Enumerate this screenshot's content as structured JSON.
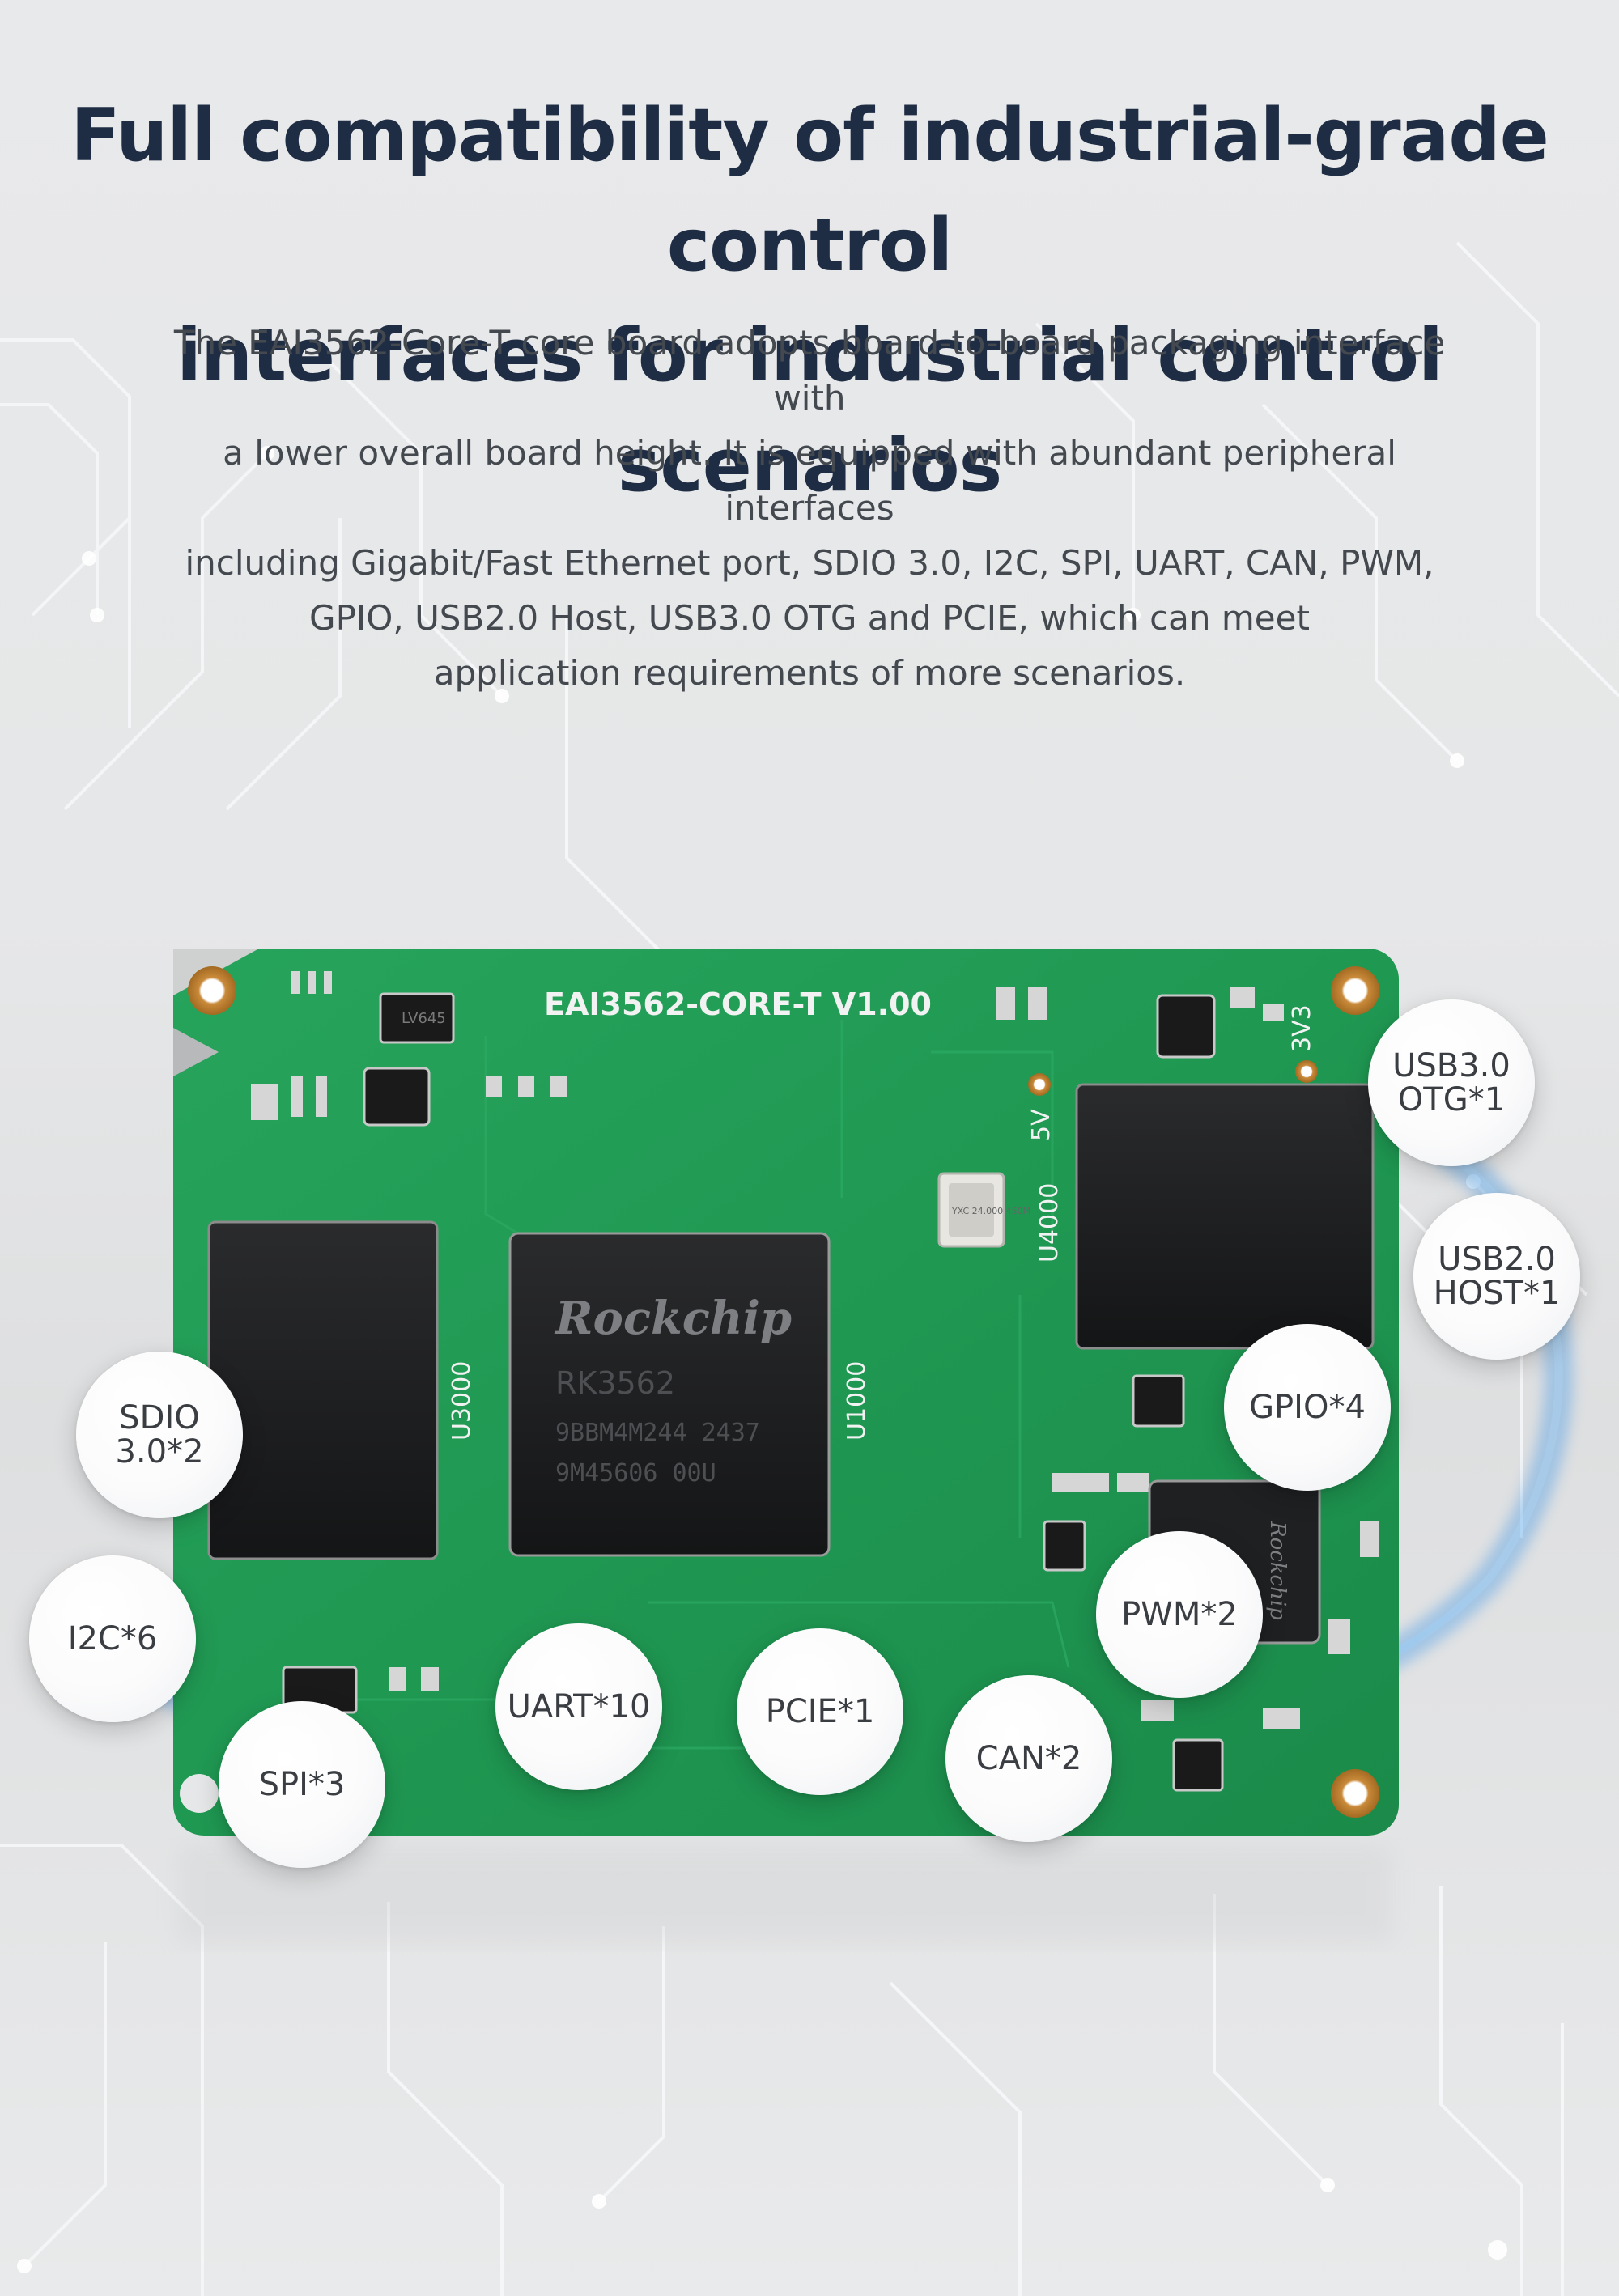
{
  "headline": {
    "line1": "Full compatibility of industrial-grade control",
    "line2": "interfaces for industrial control scenarios"
  },
  "description": {
    "lines": [
      "The EAI3562-Core-T core board adopts board-to-board packaging interface with",
      "a lower overall board height. It is equipped with abundant peripheral interfaces",
      "including Gigabit/Fast Ethernet port, SDIO 3.0, I2C, SPI, UART, CAN, PWM,",
      "GPIO, USB2.0 Host, USB3.0 OTG and PCIE, which can meet",
      "application requirements of more scenarios."
    ]
  },
  "board": {
    "silkscreen_title": "EAI3562-CORE-T V1.00",
    "soc_brand": "Rockchip",
    "soc_model": "RK3562",
    "soc_code1": "9BBM4M244 2437",
    "soc_code2": "9M45606 00U",
    "label_u3000": "U3000",
    "label_u1000": "U1000",
    "label_u4000": "U4000",
    "label_5v": "5V",
    "label_3v3": "3V3",
    "marking_regulator": "LV645",
    "marking_crystal": "YXC 24.000 450M",
    "marking_eth_chip": "Rockchip"
  },
  "interfaces": [
    {
      "id": "usb30-otg",
      "label": "USB3.0\nOTG*1"
    },
    {
      "id": "usb20-host",
      "label": "USB2.0\nHOST*1"
    },
    {
      "id": "gpio",
      "label": "GPIO*4"
    },
    {
      "id": "sdio",
      "label": "SDIO\n3.0*2"
    },
    {
      "id": "i2c",
      "label": "I2C*6"
    },
    {
      "id": "pwm",
      "label": "PWM*2"
    },
    {
      "id": "uart",
      "label": "UART*10"
    },
    {
      "id": "pcie",
      "label": "PCIE*1"
    },
    {
      "id": "can",
      "label": "CAN*2"
    },
    {
      "id": "spi",
      "label": "SPI*3"
    }
  ],
  "colors": {
    "headline": "#1f2d44",
    "body_text": "#44494f",
    "pcb_green": "#1e9a52",
    "glow_blue": "#2f8fe6"
  }
}
